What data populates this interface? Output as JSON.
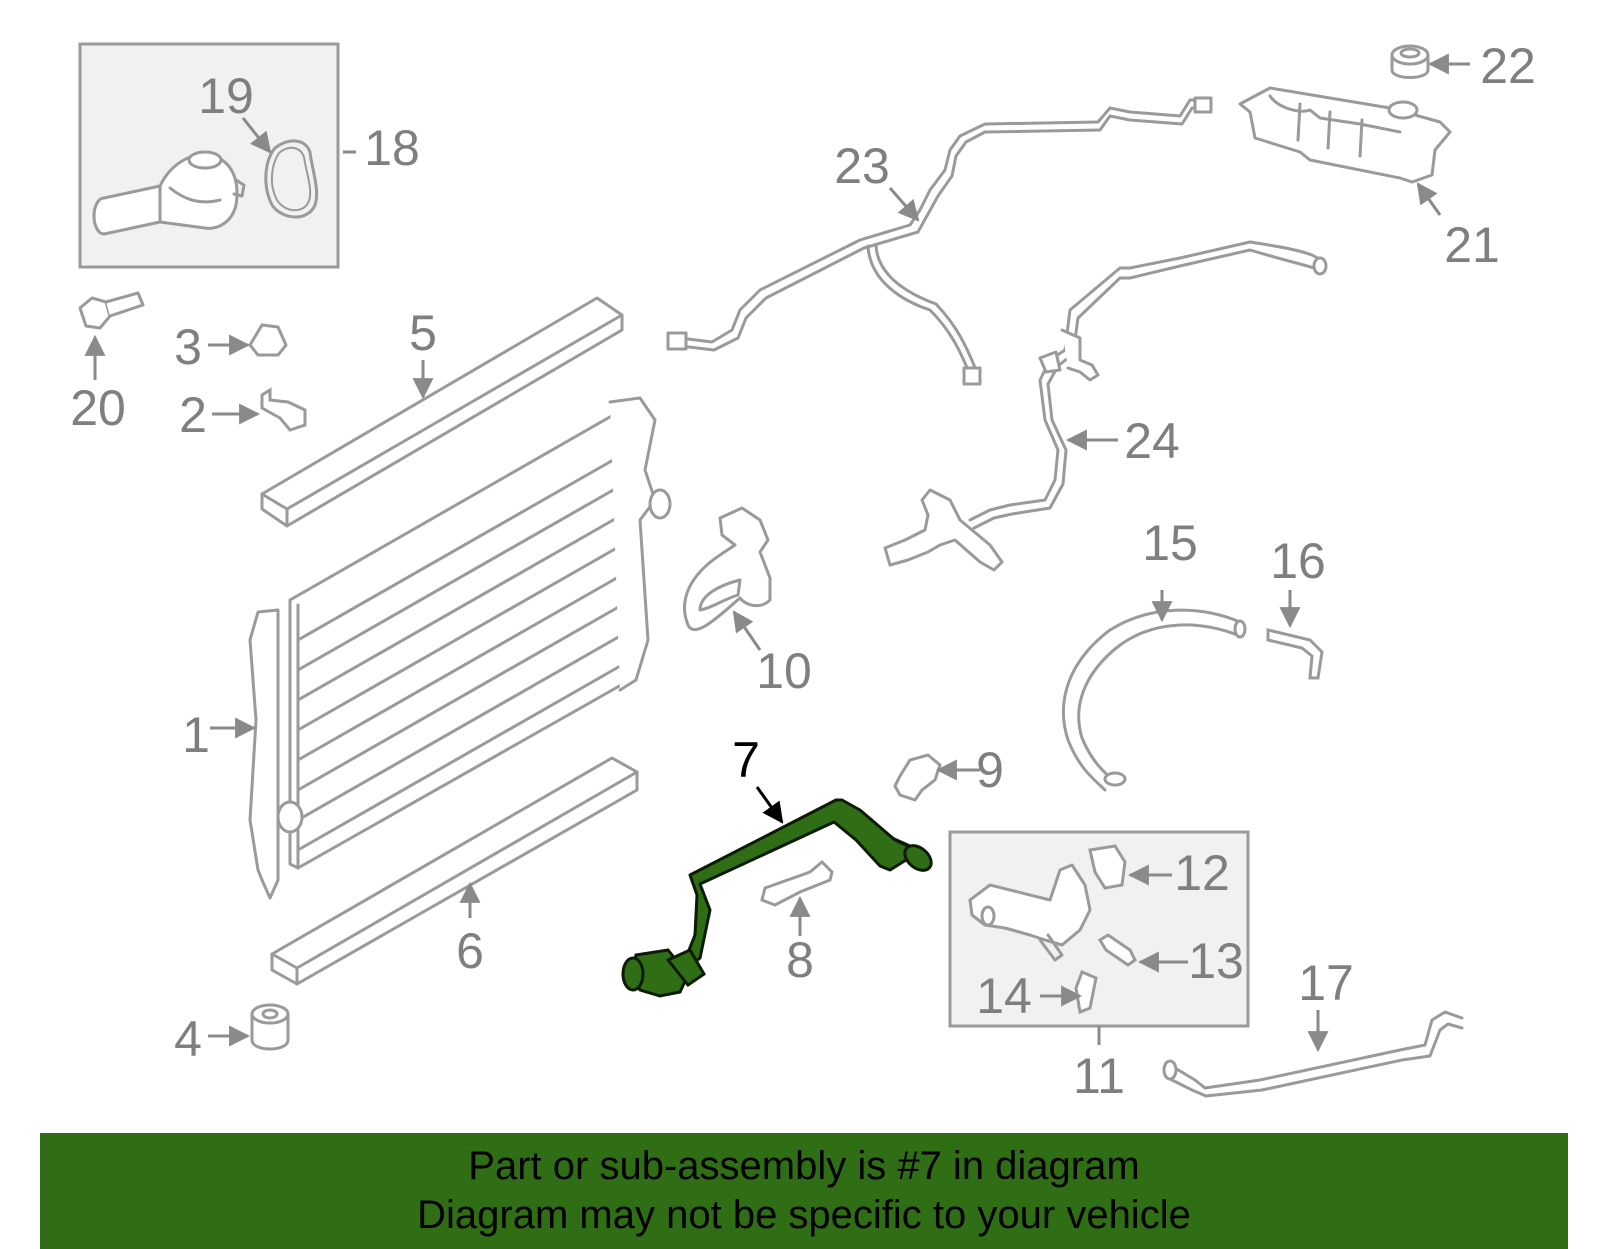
{
  "colors": {
    "line": "#9a9a9a",
    "label": "#7f7f7f",
    "highlight_fill": "#2f6e14",
    "highlight_stroke": "#0d1a06",
    "banner_bg": "#2f6e14",
    "box_bg": "#f1f1f1"
  },
  "labels": {
    "p1": "1",
    "p2": "2",
    "p3": "3",
    "p4": "4",
    "p5": "5",
    "p6": "6",
    "p7": "7",
    "p8": "8",
    "p9": "9",
    "p10": "10",
    "p11": "11",
    "p12": "12",
    "p13": "13",
    "p14": "14",
    "p15": "15",
    "p16": "16",
    "p17": "17",
    "p18": "18",
    "p19": "19",
    "p20": "20",
    "p21": "21",
    "p22": "22",
    "p23": "23",
    "p24": "24"
  },
  "highlighted_part": "7",
  "banner": {
    "line1": "Part or sub-assembly is #7 in diagram",
    "line2": "Diagram may not be specific to your vehicle"
  }
}
